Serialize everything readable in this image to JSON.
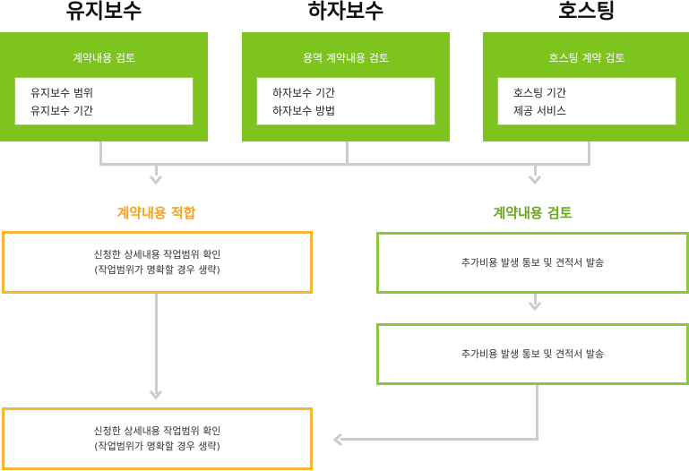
{
  "columns": [
    {
      "title": "유지보수",
      "card_title": "계약내용 검토",
      "items": [
        "유지보수 범위",
        "유지보수 기간"
      ]
    },
    {
      "title": "하자보수",
      "card_title": "용역 계약내용 검토",
      "items": [
        "하자보수 기간",
        "하자보수 방법"
      ]
    },
    {
      "title": "호스팅",
      "card_title": "호스팅 계약 검토",
      "items": [
        "호스팅 기간",
        "제공 서비스"
      ]
    }
  ],
  "branches": {
    "left": {
      "title": "계약내용 적합",
      "title_color": "#f6a21e",
      "box1": [
        "신청한 상세내용 작업범위 확인",
        "(작업범위가 명확할 경우 생략)"
      ],
      "box2": [
        "신청한 상세내용 작업범위 확인",
        "(작업범위가 명확할 경우 생략)"
      ]
    },
    "right": {
      "title": "계약내용 검토",
      "title_color": "#6aa51e",
      "box1": "추가비용 발생 통보 및 견적서 발송",
      "box2": "추가비용 발생 통보 및 견적서 발송"
    }
  },
  "colors": {
    "card_green": "#7dc41e",
    "orange_border": "#f6b737",
    "green_border": "#8dc63f",
    "connector": "#cccccc"
  }
}
